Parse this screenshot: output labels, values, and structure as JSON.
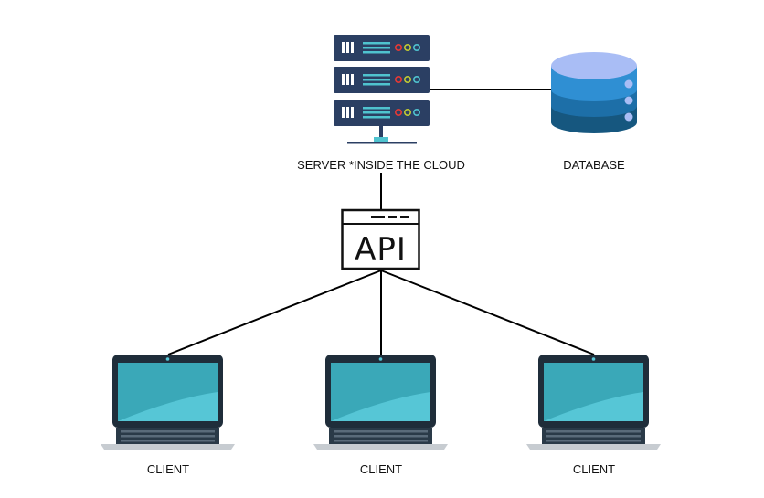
{
  "labels": {
    "server": "SERVER *INSIDE THE CLOUD",
    "database": "DATABASE",
    "api": "API",
    "client_1": "CLIENT",
    "client_2": "CLIENT",
    "client_3": "CLIENT"
  },
  "icons": {
    "server": "server-rack-icon",
    "database": "database-icon",
    "api": "api-window-icon",
    "client": "laptop-icon"
  },
  "colors": {
    "server_body": "#2b3f63",
    "server_accent": "#4fc3cf",
    "db_top": "#a9bdf5",
    "db_light": "#2f8fd3",
    "db_mid": "#1d6fa8",
    "db_dark": "#16577f",
    "laptop_frame": "#1f2d3a",
    "laptop_screen": "#56c6d6",
    "laptop_screen_dark": "#3aa8b8",
    "line": "#000000"
  }
}
